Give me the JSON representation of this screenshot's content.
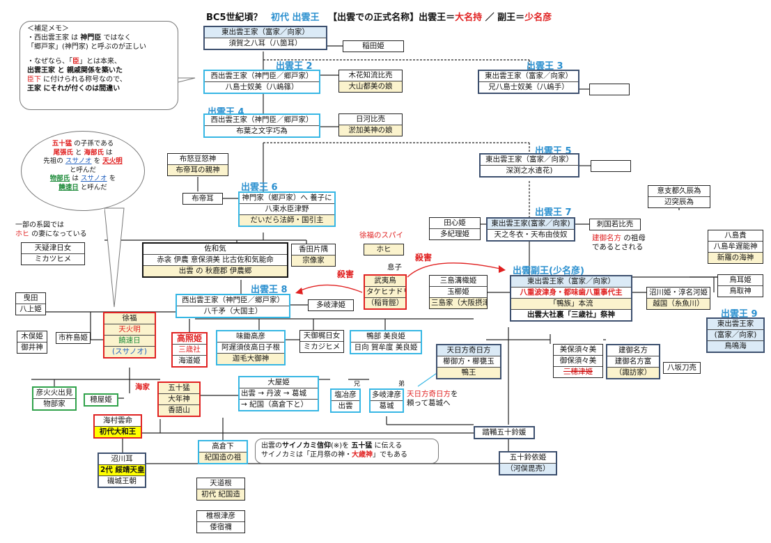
{
  "header": {
    "era": "BC5世紀頃？",
    "first_king": "初代 出雲王",
    "title_a": "【出雲での正式名称】出雲王＝",
    "title_b": "大名持",
    "title_c": " ／ 副王＝",
    "title_d": "少名彦"
  },
  "memo": {
    "head": "＜補足メモ＞",
    "l1a": "・西出雲王家 は ",
    "l1b": "神門臣",
    "l1c": " ではなく",
    "l2": "「郷戸家」(神門家) と呼ぶのが正しい",
    "l3a": "・なぜなら、「",
    "l3b": "臣",
    "l3c": "」とは本来、",
    "l4": "出雲王家 と 親戚関係を築いた",
    "l5a": "臣下",
    "l5b": " に付けられる称号なので、",
    "l6": "王家 にそれが付くのは間違い"
  },
  "bubble2": {
    "l1a": "五十猛",
    "l1b": " の子孫である",
    "l2a": "尾張氏",
    "l2b": " と ",
    "l2c": "海部氏",
    "l2d": " は",
    "l3a": "先祖の ",
    "l3b": "スサノオ",
    "l3c": " を ",
    "l3d": "天火明",
    "l4": "と呼んだ",
    "l5a": "物部氏",
    "l5b": " は ",
    "l5c": "スサノオ",
    "l5d": " を",
    "l6a": "饒速日",
    "l6b": " と呼んだ"
  },
  "side_note": {
    "l1": "一部の系図では",
    "l2a": "ホヒ",
    "l2b": " の妻になっている"
  },
  "king_labels": {
    "k2": "出雲王 2",
    "k3": "出雲王 3",
    "k4": "出雲王 4",
    "k5": "出雲王 5",
    "k6": "出雲王 6",
    "k7": "出雲王 7",
    "k8": "出雲王 8",
    "k9": "出雲王 9",
    "vice": "出雲副王(少名彦)"
  },
  "boxes": {
    "b1": [
      "東出雲王家（富家／向家）",
      "須賀之八耳（八箇耳）"
    ],
    "inada": "稲田姫",
    "b2": [
      "西出雲王家（神門臣／郷戸家）",
      "八島士奴美（八嶋篠）"
    ],
    "konohana": [
      "木花知流比売",
      "大山都美の娘"
    ],
    "b3": [
      "東出雲王家（富家／向家）",
      "兄八島士奴美（八嶋手）"
    ],
    "b4": [
      "西出雲王家（神門臣／郷戸家）",
      "布葉之文字巧為"
    ],
    "hikawa": [
      "日河比売",
      "淤加美神の娘"
    ],
    "b5": [
      "東出雲王家（富家／向家）",
      "深渕之水遣花)"
    ],
    "funozu": [
      "布怒豆怒神",
      "布帝耳の親神"
    ],
    "futemimi": "布帝耳",
    "b6": [
      "神門家（郷戸家）へ 養子に",
      "八束水臣津野",
      "だいだら法師・国引主"
    ],
    "b7": [
      "東出雲王家(富家／向家)",
      "天之冬衣・天布由伎奴"
    ],
    "tagokoro": [
      "田心姫",
      "多紀理姫"
    ],
    "sashikuni": "刺国若比売",
    "note7a": "建御名方",
    "note7b": " の祖母",
    "note7c": "であるとされる",
    "okitsu": [
      "意支都久辰為",
      "辺突辰為"
    ],
    "yashimamu": [
      "八島貴",
      "八島牟遅能神",
      "新羅の海神"
    ],
    "amaterasu_hi": [
      "天疑津日女",
      "ミカツヒメ"
    ],
    "sakawake": [
      "佐和気",
      "赤衾 伊農 意保須美 比古佐和気能命",
      "出雲 の 秋鹿郡 伊農郷"
    ],
    "kagota": [
      "香田片隅",
      "宗像家"
    ],
    "spy_label": "徐福のスパイ",
    "hohi": "ホヒ",
    "musuko": "息子",
    "satsugai1": "殺害",
    "satsugai2": "殺害",
    "takehinadori": [
      "武夷鳥",
      "タケヒナドリ",
      "（稲背脛）"
    ],
    "b8": [
      "西出雲王家（神門臣／郷戸家）",
      "八千矛（大国主）"
    ],
    "takitsu": "多岐津姫",
    "mizo": [
      "三島溝樴姫",
      "玉櫛姫",
      "三島家（大阪摂津）"
    ],
    "vicebox": [
      "東出雲王家（富家／向家）",
      "八重波津身・都味歯八重事代主",
      "「鴨族」本流",
      "出雲大社裏「三歳社」祭神"
    ],
    "nunakawa": [
      "沼川姫・淳名河姫",
      "越国（糸魚川）"
    ],
    "tottori": [
      "鳥耳姫",
      "鳥取神"
    ],
    "b9": [
      "東出雲王家",
      "(富家／向家)",
      "鳥鳴海"
    ],
    "hida": [
      "曳田",
      "八上姫"
    ],
    "jofuku": [
      "徐福",
      "天火明",
      "饒速日",
      "(スサノオ)"
    ],
    "konomata": [
      "木俣姫",
      "御井神"
    ],
    "ichikishima": "市杵島姫",
    "takateru": [
      "高照姫",
      "三歳社",
      "海道姫"
    ],
    "ajisuki": [
      "味鋤高彦",
      "阿遅須伎高日子根",
      "迦毛大御神"
    ],
    "amenokaji": [
      "天御梶日女",
      "ミカジヒメ"
    ],
    "kamo": [
      "鴨部 美良姫",
      "日向 賀牟度 美良姫"
    ],
    "amehikata": [
      "天日方奇日方",
      "櫛御方・櫛甕玉",
      "鴨王"
    ],
    "mihosu": [
      "美保須々美",
      "御保須々美",
      "三穂津姫"
    ],
    "takeminakata": [
      "建御名方",
      "建御名方富",
      "（諏訪家）"
    ],
    "yasaka": "八坂刀売",
    "hikohohodemi": [
      "彦火火出見",
      "物部家"
    ],
    "hoya": "穂屋姫",
    "kaike": "海家",
    "isotake": [
      "五十猛",
      "大年神",
      "香語山"
    ],
    "oyahime": [
      "大屋姫",
      "出雲 → 丹波 → 葛城",
      "→ 紀国（高倉下と）"
    ],
    "shioji": [
      "塩冶彦",
      "出雲"
    ],
    "takitsuhiko": [
      "多岐津彦",
      "葛城"
    ],
    "ani": "兄",
    "otouto": "弟",
    "kuzuki_a": "天日方奇日方",
    "kuzuki_b": "を",
    "kuzuki_c": "頼って葛城へ",
    "amamura": [
      "海村雲命",
      "初代大和王"
    ],
    "takakuraji": [
      "高倉下",
      "紀国造の祖"
    ],
    "sainokami": {
      "l1a": "出雲の",
      "l1b": "サイノカミ信仰",
      "l1c": "(※)を ",
      "l1d": "五十猛",
      "l1e": " に伝える",
      "l2a": "サイノカミは「正月祭の神・",
      "l2b": "大歳神",
      "l2c": "」でもある"
    },
    "tatara": "踏鞴五十鈴媛",
    "isuyori": [
      "五十鈴依姫",
      "（河俣毘売）"
    ],
    "nunakawa2": [
      "沼川耳",
      "2代 綏靖天皇",
      "磯城王朝"
    ],
    "amemichine": [
      "天道根",
      "初代 紀国造"
    ],
    "shiinetsu": [
      "椎根津彦",
      "倭宿禰"
    ]
  }
}
